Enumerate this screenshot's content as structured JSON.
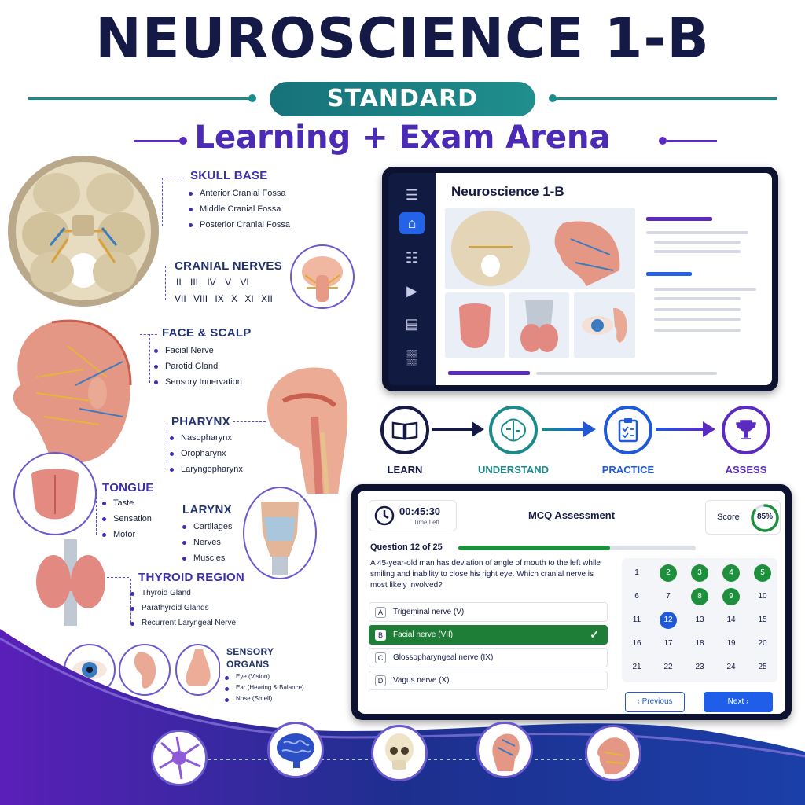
{
  "header": {
    "title": "NEUROSCIENCE 1-B",
    "badge": "STANDARD",
    "subtitle": "Learning + Exam Arena"
  },
  "anatomy": {
    "skull_base": {
      "title": "SKULL BASE",
      "items": [
        "Anterior Cranial Fossa",
        "Middle Cranial Fossa",
        "Posterior Cranial Fossa"
      ]
    },
    "cranial_nerves": {
      "title": "CRANIAL NERVES",
      "row1": [
        "II",
        "III",
        "IV",
        "V",
        "VI"
      ],
      "row2": [
        "VII",
        "VIII",
        "IX",
        "X",
        "XI",
        "XII"
      ]
    },
    "face_scalp": {
      "title": "FACE & SCALP",
      "items": [
        "Facial Nerve",
        "Parotid Gland",
        "Sensory Innervation"
      ]
    },
    "pharynx": {
      "title": "PHARYNX",
      "items": [
        "Nasopharynx",
        "Oropharynx",
        "Laryngopharynx"
      ]
    },
    "tongue": {
      "title": "TONGUE",
      "items": [
        "Taste",
        "Sensation",
        "Motor"
      ]
    },
    "larynx": {
      "title": "LARYNX",
      "items": [
        "Cartilages",
        "Nerves",
        "Muscles"
      ]
    },
    "thyroid": {
      "title": "THYROID REGION",
      "items": [
        "Thyroid Gland",
        "Parathyroid Glands",
        "Recurrent Laryngeal Nerve"
      ]
    },
    "sensory": {
      "title_line1": "SENSORY",
      "title_line2": "ORGANS",
      "items": [
        "Eye (Vision)",
        "Ear (Hearing & Balance)",
        "Nose (Smell)"
      ]
    }
  },
  "app": {
    "title": "Neuroscience 1-B",
    "nav_icons": [
      "menu-icon",
      "home-icon",
      "book-icon",
      "play-icon",
      "document-icon",
      "chart-icon"
    ]
  },
  "workflow": {
    "steps": [
      {
        "label": "LEARN",
        "icon": "book-icon",
        "color": "#141a45"
      },
      {
        "label": "UNDERSTAND",
        "icon": "brain-icon",
        "color": "#1b8a8a"
      },
      {
        "label": "PRACTICE",
        "icon": "clipboard-icon",
        "color": "#2059d8"
      },
      {
        "label": "ASSESS",
        "icon": "trophy-icon",
        "color": "#5b2bc0"
      }
    ]
  },
  "quiz": {
    "timer": "00:45:30",
    "timer_label": "Time Left",
    "heading": "MCQ Assessment",
    "score_label": "Score",
    "score": "85%",
    "score_value": 0.85,
    "question_label": "Question 12 of 25",
    "progress": 0.64,
    "question": "A 45-year-old man has deviation of angle of mouth to the left while smiling and inability to close his right eye. Which cranial nerve is most likely involved?",
    "options": [
      {
        "letter": "A",
        "text": "Trigeminal nerve (V)"
      },
      {
        "letter": "B",
        "text": "Facial nerve (VII)"
      },
      {
        "letter": "C",
        "text": "Glossopharyngeal nerve (IX)"
      },
      {
        "letter": "D",
        "text": "Vagus nerve (X)"
      }
    ],
    "selected": "B",
    "answered": [
      2,
      3,
      4,
      5,
      8,
      9
    ],
    "current": 12,
    "grid": [
      "1",
      "2",
      "3",
      "4",
      "5",
      "6",
      "7",
      "8",
      "9",
      "10",
      "11",
      "12",
      "13",
      "14",
      "15",
      "16",
      "17",
      "18",
      "19",
      "20",
      "21",
      "22",
      "23",
      "24",
      "25"
    ],
    "prev_label": "Previous",
    "next_label": "Next"
  },
  "colors": {
    "navy": "#141a45",
    "teal": "#1b8a8a",
    "purple": "#5b2bc0",
    "blue": "#2059d8",
    "green": "#1e7d36"
  }
}
